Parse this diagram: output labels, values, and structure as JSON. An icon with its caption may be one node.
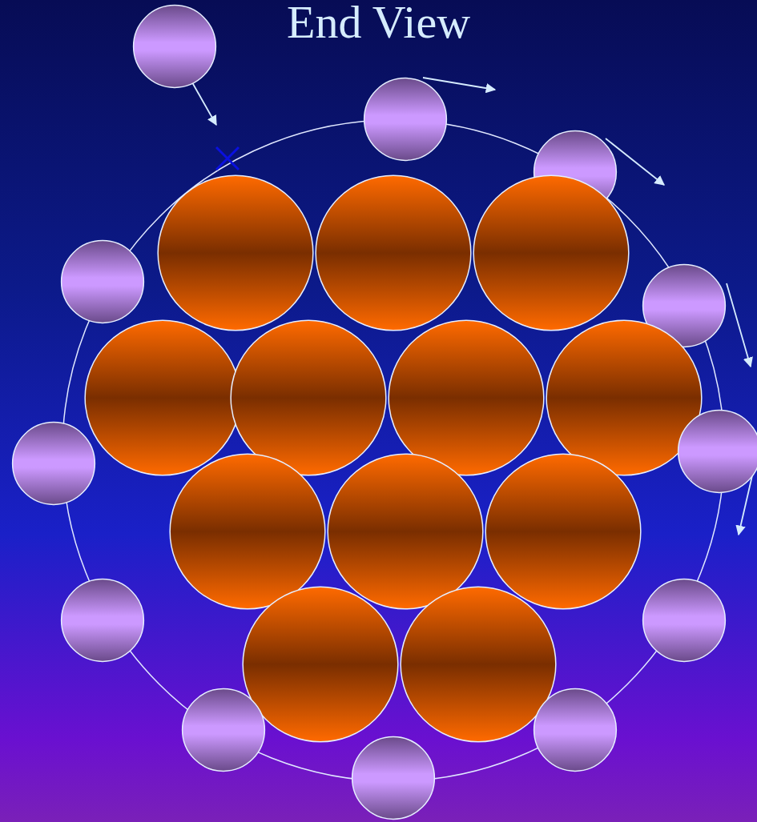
{
  "diagram": {
    "title": "End View",
    "nodes": [
      {
        "text": [],
        "shape": "circle"
      },
      {
        "text": [],
        "shape": "circle"
      },
      {
        "text": [],
        "shape": "circle"
      },
      {
        "text": [],
        "shape": "circle"
      },
      {
        "text": [],
        "shape": "circle"
      },
      {
        "text": [],
        "shape": "circle"
      },
      {
        "text": [],
        "shape": "circle"
      },
      {
        "text": [],
        "shape": "circle"
      },
      {
        "text": [],
        "shape": "circle"
      },
      {
        "text": [],
        "shape": "circle"
      },
      {
        "text": [],
        "shape": "circle"
      },
      {
        "text": [],
        "shape": "circle"
      },
      {
        "text": [],
        "shape": "circle"
      },
      {
        "text": [],
        "shape": "circle"
      },
      {
        "text": [],
        "shape": "circle"
      },
      {
        "text": [],
        "shape": "circle"
      },
      {
        "text": [],
        "shape": "circle"
      },
      {
        "text": [],
        "shape": "circle"
      },
      {
        "text": [],
        "shape": "circle"
      },
      {
        "text": [],
        "shape": "circle"
      },
      {
        "text": [],
        "shape": "circle"
      },
      {
        "text": [],
        "shape": "circle"
      },
      {
        "text": [],
        "shape": "circle"
      },
      {
        "text": [],
        "shape": "circle"
      }
    ]
  }
}
